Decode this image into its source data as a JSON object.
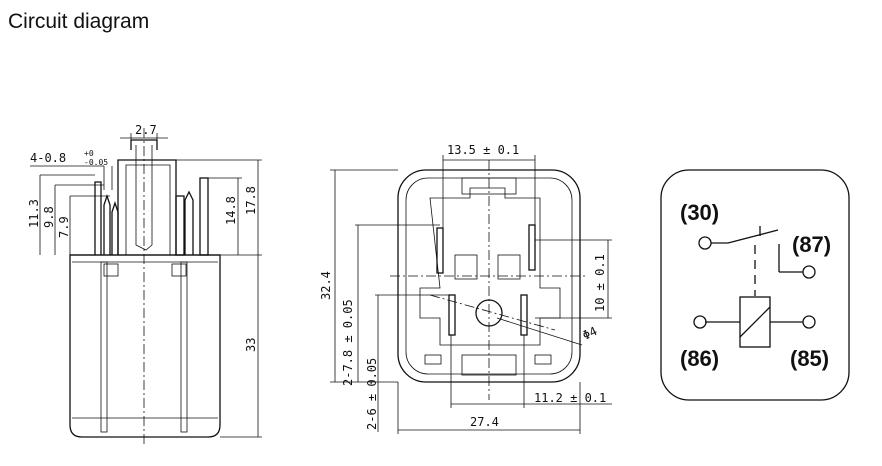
{
  "title": "Circuit diagram",
  "side_view": {
    "dims": {
      "top_width": "2.7",
      "pin_width": "4-0.8",
      "pin_tol_upper": "+0",
      "pin_tol_lower": "-0.05",
      "h_11_3": "11.3",
      "h_9_8": "9.8",
      "h_7_9": "7.9",
      "h_14_8": "14.8",
      "h_17_8": "17.8",
      "height": "33"
    }
  },
  "bottom_view": {
    "dims": {
      "top_width": "13.5 ± 0.1",
      "total_height": "32.4",
      "pin_spacing_left": "2-7.8 ± 0.05",
      "pin_spacing_left2": "2-6 ± 0.05",
      "right_height": "10 ± 0.1",
      "hole": "Φ4",
      "mid_width": "11.2 ± 0.1",
      "total_width": "27.4"
    }
  },
  "schematic": {
    "pins": [
      "(30)",
      "(87)",
      "(86)",
      "(85)"
    ]
  }
}
